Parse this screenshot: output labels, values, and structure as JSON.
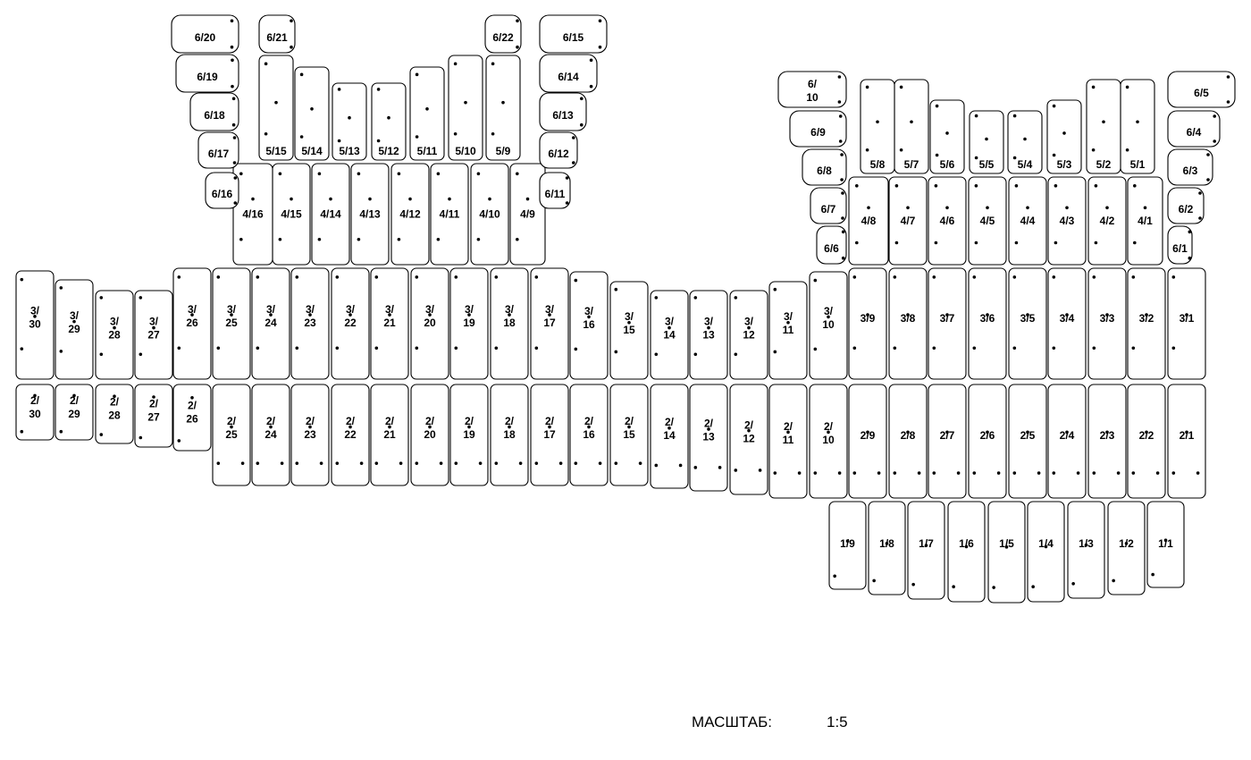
{
  "scale": {
    "label": "МАСШТАБ:",
    "value": "1:5"
  },
  "rows": {
    "row1": [
      "1/1",
      "1/2",
      "1/3",
      "1/4",
      "1/5",
      "1/6",
      "1/7",
      "1/8",
      "1/9"
    ],
    "row2": [
      "2/1",
      "2/2",
      "2/3",
      "2/4",
      "2/5",
      "2/6",
      "2/7",
      "2/8",
      "2/9",
      "2/10",
      "2/11",
      "2/12",
      "2/13",
      "2/14",
      "2/15",
      "2/16",
      "2/17",
      "2/18",
      "2/19",
      "2/20",
      "2/21",
      "2/22",
      "2/23",
      "2/24",
      "2/25",
      "2/26",
      "2/27",
      "2/28",
      "2/29",
      "2/30"
    ],
    "row3": [
      "3/1",
      "3/2",
      "3/3",
      "3/4",
      "3/5",
      "3/6",
      "3/7",
      "3/8",
      "3/9",
      "3/10",
      "3/11",
      "3/12",
      "3/13",
      "3/14",
      "3/15",
      "3/16",
      "3/17",
      "3/18",
      "3/19",
      "3/20",
      "3/21",
      "3/22",
      "3/23",
      "3/24",
      "3/25",
      "3/26",
      "3/27",
      "3/28",
      "3/29",
      "3/30"
    ],
    "row4": [
      "4/1",
      "4/2",
      "4/3",
      "4/4",
      "4/5",
      "4/6",
      "4/7",
      "4/8",
      "4/9",
      "4/10",
      "4/11",
      "4/12",
      "4/13",
      "4/14",
      "4/15",
      "4/16"
    ],
    "row5": [
      "5/1",
      "5/2",
      "5/3",
      "5/4",
      "5/5",
      "5/6",
      "5/7",
      "5/8",
      "5/9",
      "5/10",
      "5/11",
      "5/12",
      "5/13",
      "5/14",
      "5/15"
    ],
    "row6": [
      "6/1",
      "6/2",
      "6/3",
      "6/4",
      "6/5",
      "6/6",
      "6/7",
      "6/8",
      "6/9",
      "6/10",
      "6/11",
      "6/12",
      "6/13",
      "6/14",
      "6/15",
      "6/16",
      "6/17",
      "6/18",
      "6/19",
      "6/20",
      "6/21",
      "6/22"
    ]
  }
}
